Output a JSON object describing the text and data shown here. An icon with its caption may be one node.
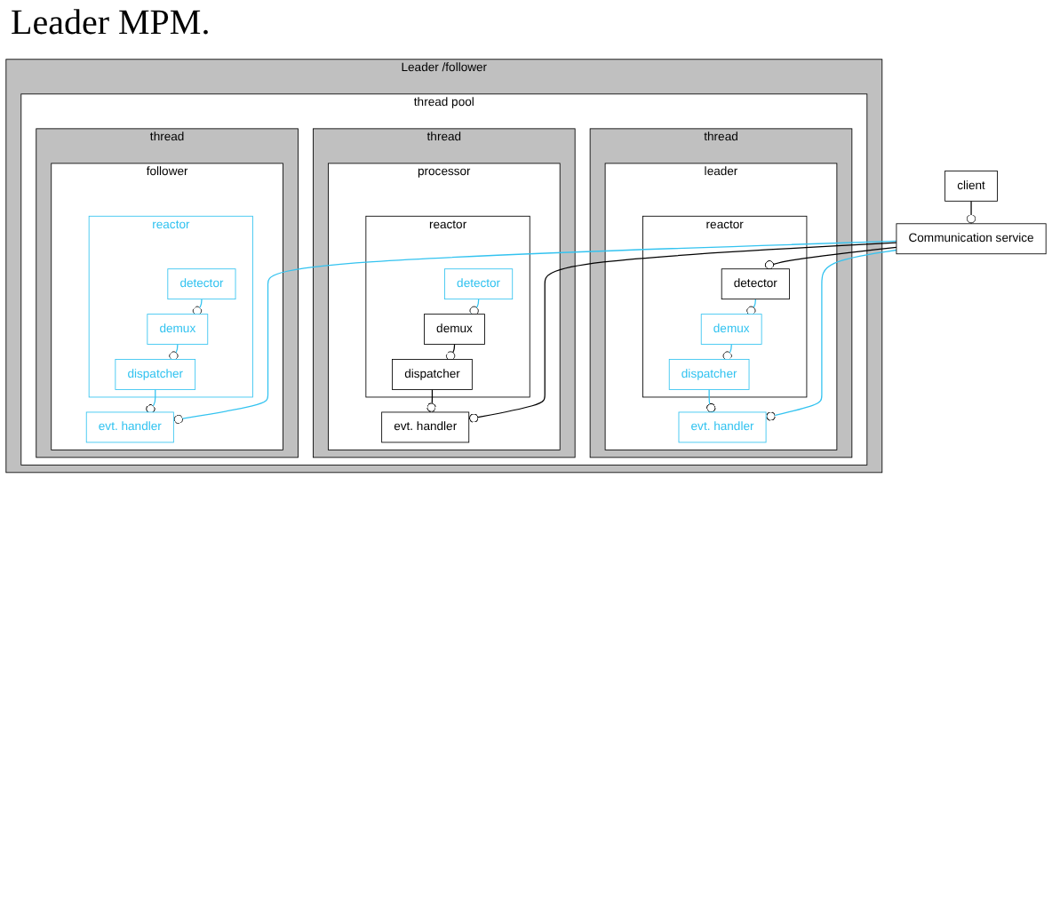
{
  "diagram": {
    "title": "Leader MPM.",
    "nodes": [
      {
        "text": [
          "client"
        ]
      },
      {
        "text": [
          "Communication service"
        ]
      },
      {
        "text": [
          "Leader /follower"
        ]
      },
      {
        "text": [
          "thread pool"
        ],
        "in": 2
      },
      {
        "text": [
          "thread"
        ],
        "in": 3
      },
      {
        "text": [
          "leader"
        ],
        "in": 4
      },
      {
        "text": [
          "reactor"
        ],
        "in": 5
      },
      {
        "text": [
          "detector"
        ],
        "in": 6
      },
      {
        "text": [
          "demux"
        ],
        "in": 6
      },
      {
        "text": [
          "dispatcher"
        ],
        "in": 6
      },
      {
        "text": [
          "evt. handler"
        ],
        "in": 5
      },
      {
        "text": [
          "thread"
        ],
        "in": 3
      },
      {
        "text": [
          "processor"
        ],
        "in": 11
      },
      {
        "text": [
          "reactor"
        ],
        "in": 12
      },
      {
        "text": [
          "detector"
        ],
        "in": 13
      },
      {
        "text": [
          "demux"
        ],
        "in": 13
      },
      {
        "text": [
          "dispatcher"
        ],
        "in": 13
      },
      {
        "text": [
          "evt. handler"
        ],
        "in": 12
      },
      {
        "text": [
          "thread"
        ],
        "in": 3
      },
      {
        "text": [
          "follower"
        ],
        "in": 18
      },
      {
        "text": [
          "reactor"
        ],
        "in": 19
      },
      {
        "text": [
          "detector"
        ],
        "in": 20
      },
      {
        "text": [
          "demux"
        ],
        "in": 20
      },
      {
        "text": [
          "dispatcher"
        ],
        "in": 20
      },
      {
        "text": [
          "evt. handler"
        ],
        "in": 19
      }
    ],
    "edges": [
      {
        "from": 0,
        "to": 1,
        "arrow": "other",
        "color": "#000000"
      },
      {
        "from": 1,
        "to": 7,
        "arrow": "other",
        "color": "#000000"
      },
      {
        "from": 1,
        "to": 10,
        "arrow": "other"
      },
      {
        "from": 1,
        "to": 17,
        "arrow": "other",
        "color": "#000000"
      },
      {
        "from": 1,
        "to": 24,
        "arrow": "other"
      },
      {
        "from": 7,
        "to": 8,
        "arrow": "other"
      },
      {
        "from": 8,
        "to": 9,
        "arrow": "other"
      },
      {
        "from": 9,
        "to": 10,
        "arrow": "other"
      },
      {
        "from": 14,
        "to": 15,
        "arrow": "other"
      },
      {
        "from": 15,
        "to": 16,
        "arrow": "other",
        "color": "#000000"
      },
      {
        "from": 16,
        "to": 17,
        "arrow": "other",
        "color": "#000000"
      },
      {
        "from": 21,
        "to": 22,
        "arrow": "other"
      },
      {
        "from": 22,
        "to": 23,
        "arrow": "other"
      },
      {
        "from": 23,
        "to": 24,
        "arrow": "other"
      }
    ]
  }
}
